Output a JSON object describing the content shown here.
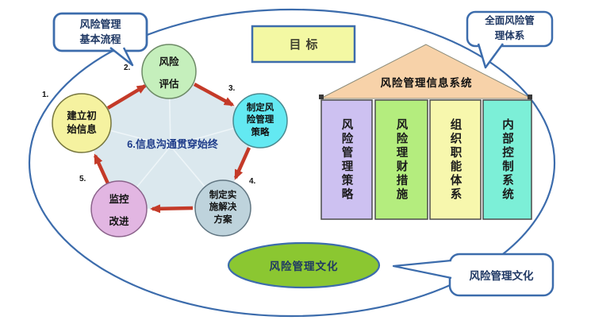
{
  "callouts": {
    "top_left": {
      "line1": "风险管理",
      "line2": "基本流程"
    },
    "top_right": {
      "line1": "全面风险管",
      "line2": "理体系"
    },
    "bottom_right": {
      "label": "风险管理文化"
    }
  },
  "goal_box": {
    "label": "目标"
  },
  "cycle": {
    "center_note": "6.信息沟通贯穿始终",
    "steps": [
      {
        "num": "1.",
        "lines": [
          "建立初",
          "始信息"
        ],
        "color": "#f5f2a0"
      },
      {
        "num": "2.",
        "lines": [
          "风险",
          "评估"
        ],
        "color": "#c5efbc"
      },
      {
        "num": "3.",
        "lines": [
          "制定风",
          "险管理",
          "策略"
        ],
        "color": "#63e9f2"
      },
      {
        "num": "4.",
        "lines": [
          "制定实",
          "施解决",
          "方案"
        ],
        "color": "#bed3dc"
      },
      {
        "num": "5.",
        "lines": [
          "监控",
          "改进"
        ],
        "color": "#e2b6e2"
      }
    ]
  },
  "house": {
    "roof_label": "风险管理信息系统",
    "roof_color": "#f7d2a9",
    "columns": [
      {
        "label": "风险管理策略",
        "color": "#cdc1f1"
      },
      {
        "label": "风险理财措施",
        "color": "#b4ed7e"
      },
      {
        "label": "组织职能体系",
        "color": "#f7f7ad"
      },
      {
        "label": "内部控制系统",
        "color": "#7cefd7"
      }
    ]
  },
  "culture_ellipse": {
    "label": "风险管理文化",
    "color": "#8bc731"
  },
  "colors": {
    "outline_blue": "#3c6cac",
    "arrow_red": "#c43a28",
    "text_navy": "#1f3864",
    "pentagon_fill": "#dbe8ee",
    "goal_fill": "#f3f8a3"
  }
}
